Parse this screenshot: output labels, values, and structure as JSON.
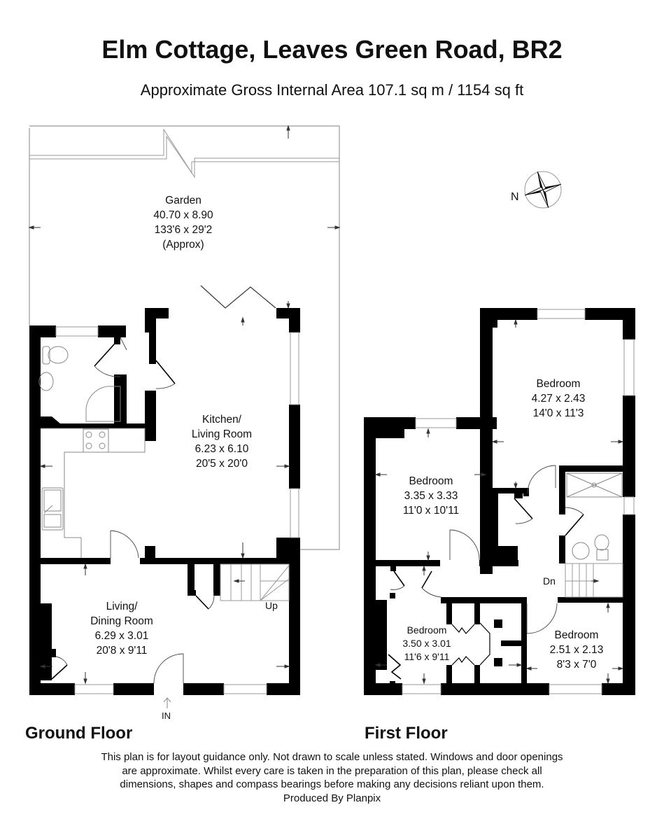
{
  "header": {
    "title": "Elm Cottage, Leaves Green Road, BR2",
    "area": "Approximate Gross Internal Area 107.1 sq m / 1154 sq ft"
  },
  "compass": {
    "label": "N",
    "icon": "compass-rose-icon"
  },
  "ground_floor": {
    "label": "Ground Floor",
    "entrance_label": "IN",
    "stairs_label": "Up",
    "rooms": [
      {
        "name": "Garden",
        "metric": "40.70 x 8.90",
        "imperial": "133'6 x 29'2",
        "note": "(Approx)"
      },
      {
        "name_line1": "Kitchen/",
        "name_line2": "Living Room",
        "metric": "6.23 x 6.10",
        "imperial": "20'5 x 20'0"
      },
      {
        "name_line1": "Living/",
        "name_line2": "Dining Room",
        "metric": "6.29 x 3.01",
        "imperial": "20'8 x 9'11"
      }
    ]
  },
  "first_floor": {
    "label": "First Floor",
    "stairs_label": "Dn",
    "rooms": [
      {
        "name": "Bedroom",
        "metric": "4.27 x 2.43",
        "imperial": "14'0 x 11'3"
      },
      {
        "name": "Bedroom",
        "metric": "3.35 x 3.33",
        "imperial": "11'0 x 10'11"
      },
      {
        "name": "Bedroom",
        "metric": "3.50 x 3.01",
        "imperial": "11'6 x 9'11"
      },
      {
        "name": "Bedroom",
        "metric": "2.51 x 2.13",
        "imperial": "8'3 x 7'0"
      }
    ]
  },
  "footer": {
    "line1": "This plan is for layout guidance only. Not drawn to scale unless stated. Windows and door openings",
    "line2": "are approximate. Whilst every care is taken in the preparation of this plan, please check all",
    "line3": "dimensions, shapes and compass bearings before making any decisions reliant upon them.",
    "line4": "Produced By Planpix"
  },
  "colors": {
    "wall": "#000000",
    "outline": "#999999",
    "background": "#ffffff"
  }
}
